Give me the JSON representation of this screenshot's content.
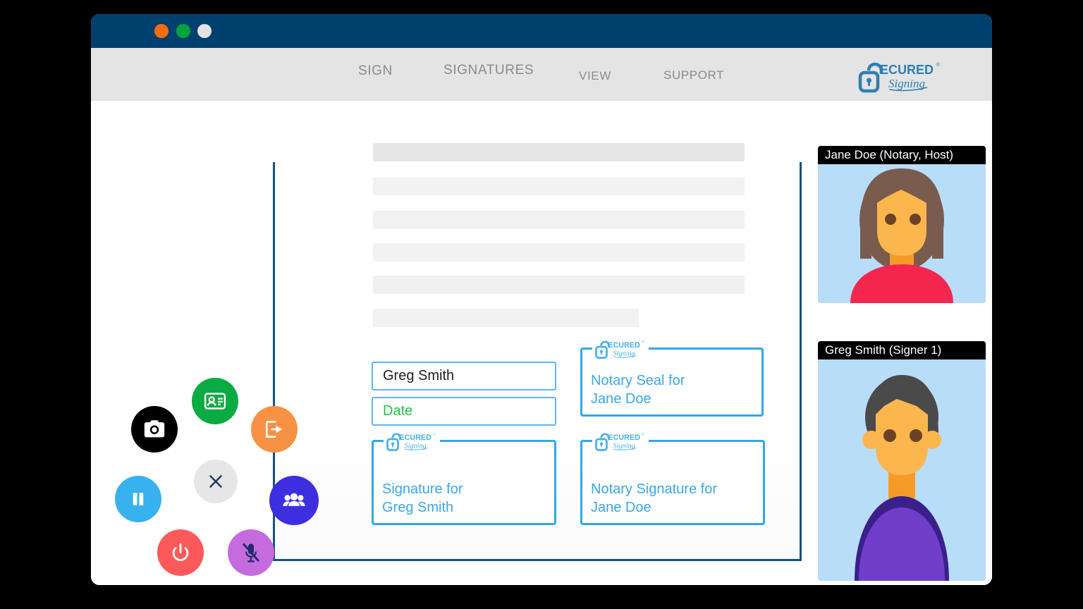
{
  "window": {
    "titlebar_buttons": [
      {
        "name": "close",
        "color": "#FF6C0A"
      },
      {
        "name": "minimize",
        "color": "#02A53B"
      },
      {
        "name": "zoom",
        "color": "#E2E2E2"
      }
    ]
  },
  "nav": {
    "items": [
      {
        "id": "sign",
        "label": "SIGN"
      },
      {
        "id": "signatures",
        "label": "SIGNATURES"
      },
      {
        "id": "view",
        "label": "VIEW"
      },
      {
        "id": "support",
        "label": "SUPPORT"
      }
    ],
    "logo": {
      "icon": "padlock-icon",
      "primary_text": "ECURED",
      "script_text": "Signing",
      "registered_mark": "®"
    }
  },
  "document": {
    "placeholder_lines": 6,
    "fields": [
      {
        "id": "name",
        "type": "text",
        "value": "Greg Smith",
        "text_color": "#1d1d1d",
        "border_color": "#5cb6ef"
      },
      {
        "id": "date",
        "type": "date",
        "value": "Date",
        "text_color": "#20c344",
        "border_color": "#5cb6ef"
      }
    ],
    "signature_boxes": [
      {
        "id": "notary-seal-jane",
        "label": "Notary Seal for\nJane Doe",
        "tab_icon": "secured-signing-logo-icon",
        "border_color": "#32a7e8"
      },
      {
        "id": "signature-greg",
        "label": "Signature for\nGreg Smith",
        "tab_icon": "secured-signing-logo-icon",
        "border_color": "#32a7e8"
      },
      {
        "id": "notary-signature-jane",
        "label": "Notary Signature for\nJane Doe",
        "tab_icon": "secured-signing-logo-icon",
        "border_color": "#32a7e8"
      }
    ]
  },
  "participants": [
    {
      "id": "jane",
      "name_label": "Jane Doe (Notary, Host)",
      "hair_color": "#7a5c4e",
      "skin_color": "#fbb74d",
      "shirt_color": "#f4264e",
      "background_color": "#b8ddf8"
    },
    {
      "id": "greg",
      "name_label": "Greg Smith (Signer 1)",
      "hair_color": "#4a4a4a",
      "skin_color": "#fbb74d",
      "shirt_color": "#6f3fc9",
      "background_color": "#b8ddf8"
    }
  ],
  "controls": [
    {
      "id": "camera",
      "icon": "camera-icon",
      "color": "#000000",
      "tooltip": "Capture"
    },
    {
      "id": "id-card",
      "icon": "id-card-icon",
      "color": "#0aab43",
      "tooltip": "ID Verification"
    },
    {
      "id": "exit",
      "icon": "exit-icon",
      "color": "#f79244",
      "tooltip": "Leave"
    },
    {
      "id": "close",
      "icon": "close-icon",
      "color": "#e6e6e6",
      "tooltip": "Close"
    },
    {
      "id": "pause",
      "icon": "pause-icon",
      "color": "#38b1ef",
      "tooltip": "Pause"
    },
    {
      "id": "people",
      "icon": "people-icon",
      "color": "#3d2fe0",
      "tooltip": "Participants"
    },
    {
      "id": "power",
      "icon": "power-icon",
      "color": "#fc5a5a",
      "tooltip": "End Session"
    },
    {
      "id": "mic-mute",
      "icon": "microphone-off-icon",
      "color": "#c66ae0",
      "tooltip": "Mute"
    }
  ],
  "colors": {
    "titlebar": "#00406e",
    "navbar": "#e4e4e4",
    "doc_border": "#17517f",
    "field_border": "#5cb6ef",
    "sig_border": "#32a7e8",
    "brand_blue": "#2e7fb5"
  }
}
